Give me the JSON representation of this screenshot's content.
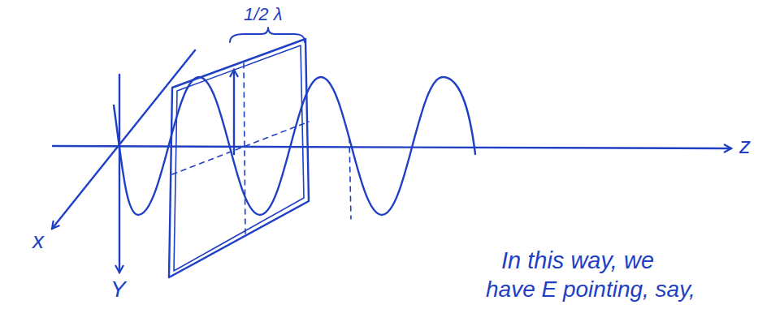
{
  "diagram": {
    "labels": [
      "1/2 λ",
      "z",
      "x",
      "Y",
      "In this way, we",
      "have E pointing, say,"
    ]
  }
}
